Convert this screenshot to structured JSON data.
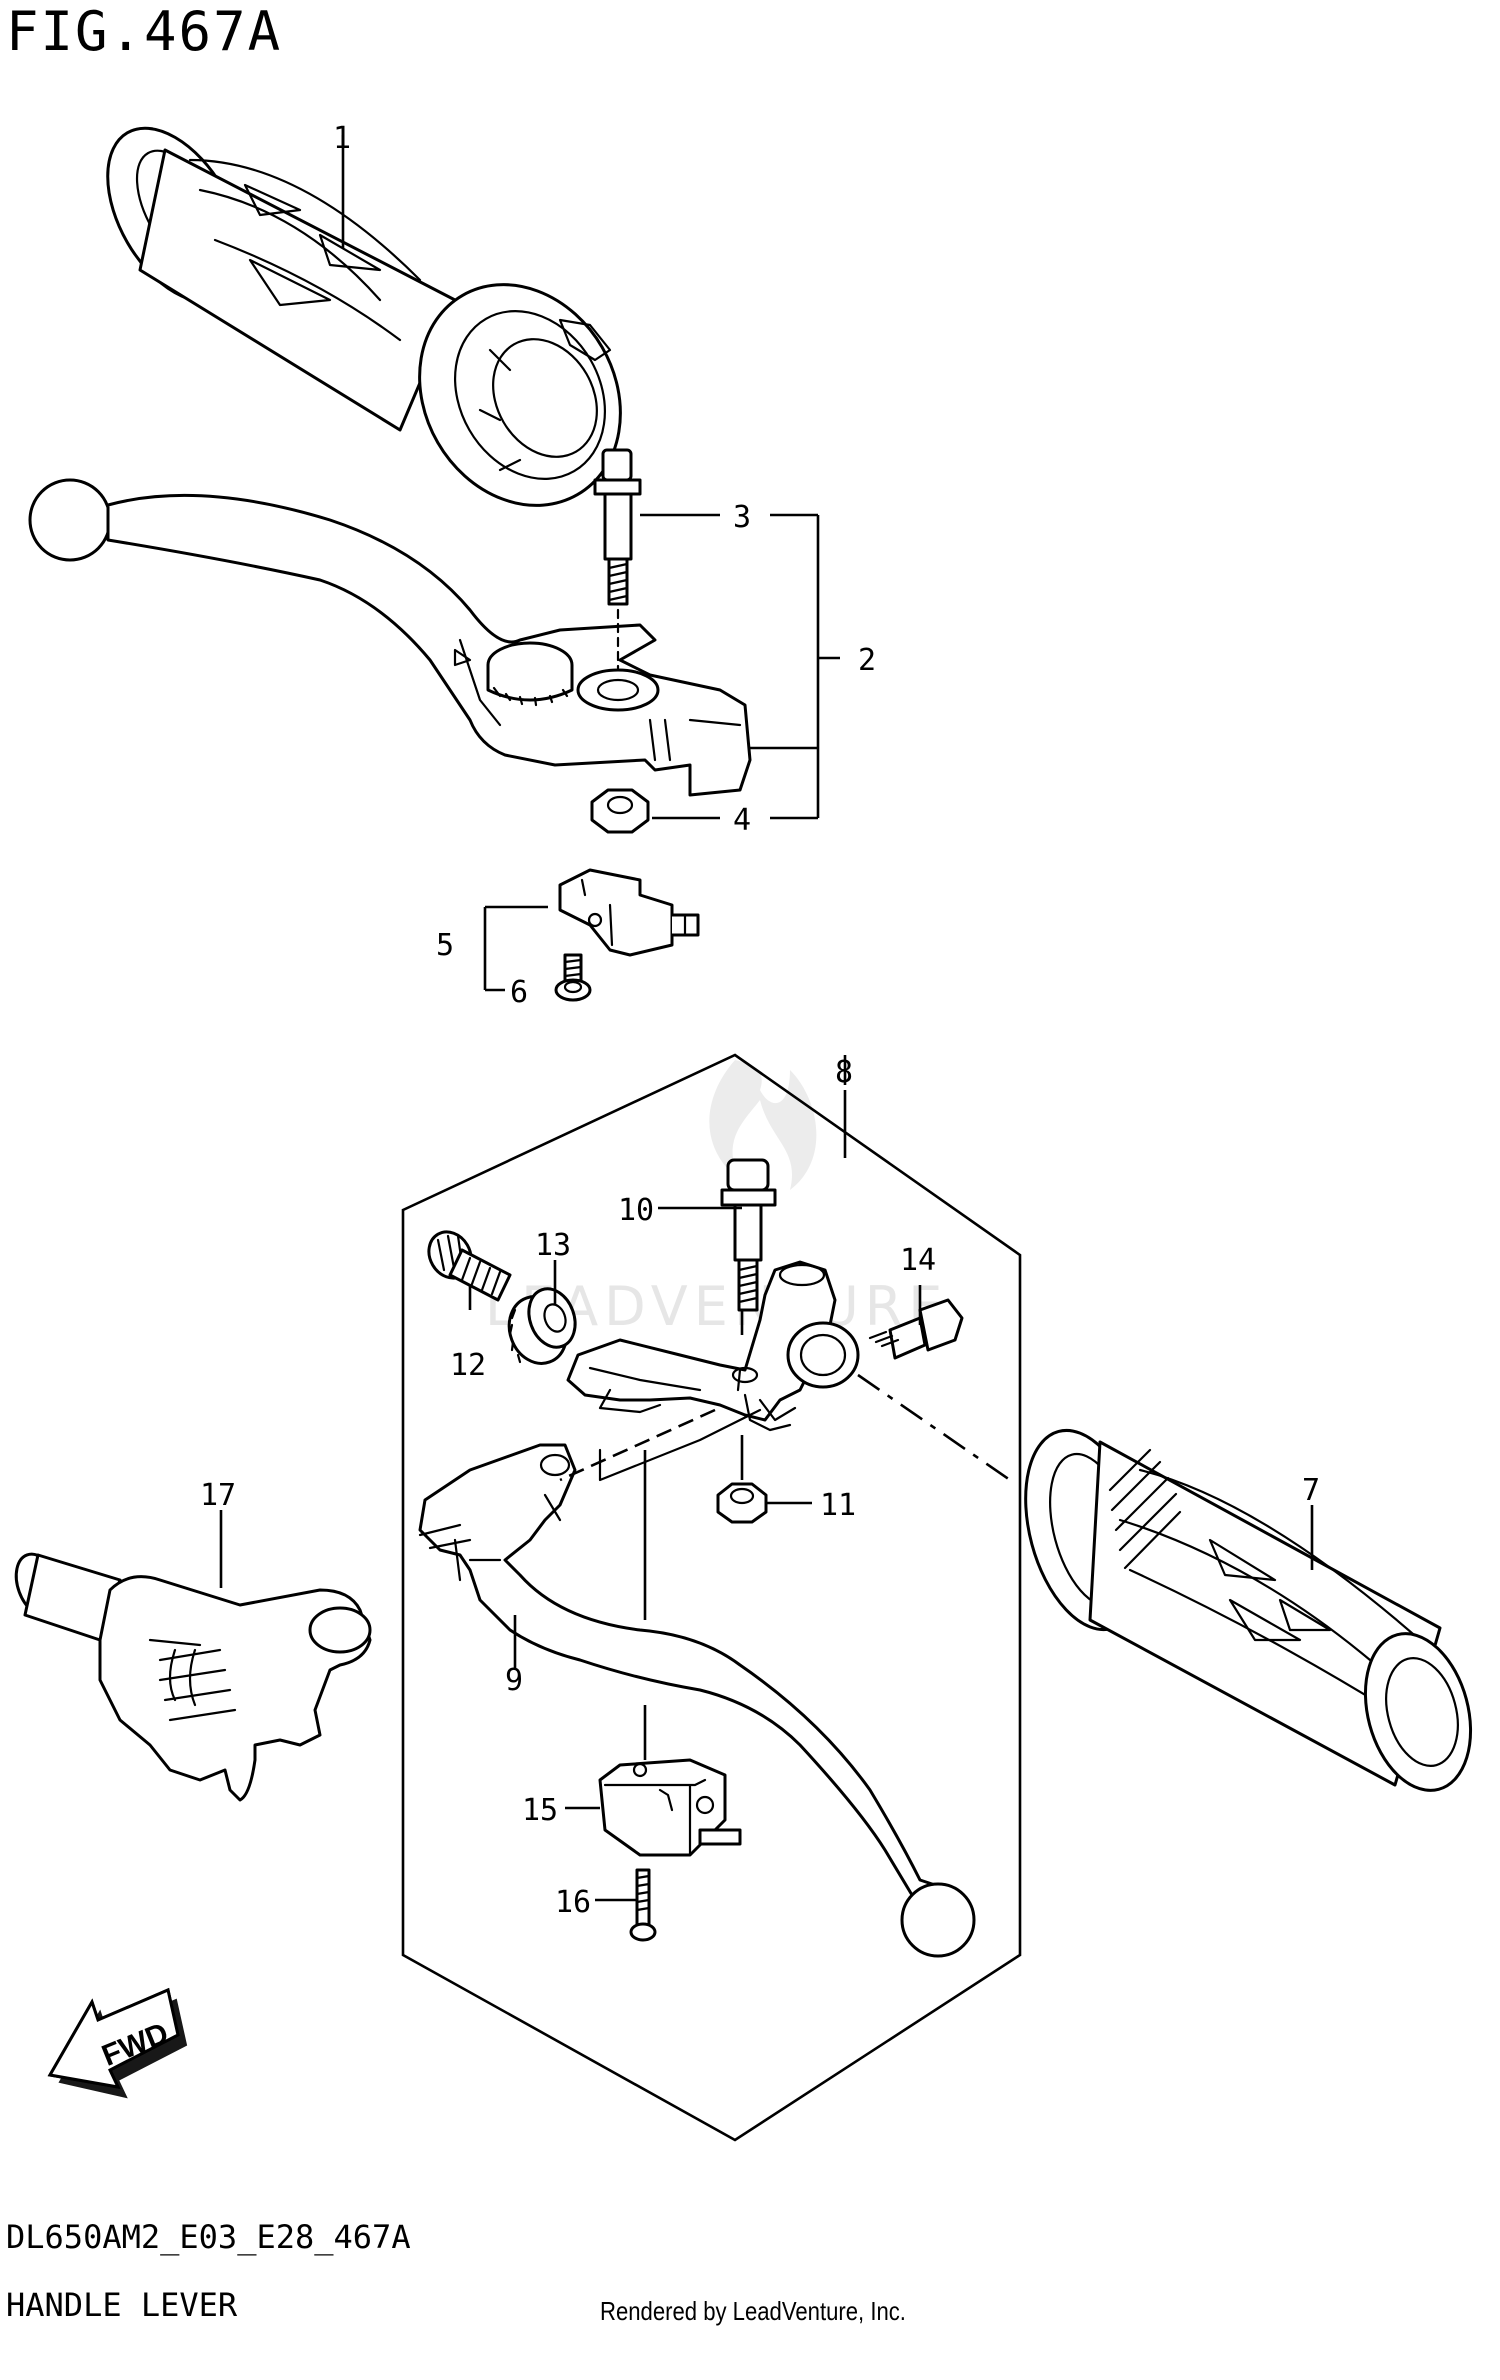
{
  "figure": {
    "title": "FIG.467A",
    "code": "DL650AM2_E03_E28_467A",
    "name": "HANDLE LEVER",
    "rendered_by": "Rendered by LeadVenture, Inc.",
    "watermark": "LEADVENTURE",
    "fwd_label": "FWD"
  },
  "callouts": {
    "c1": "1",
    "c2": "2",
    "c3": "3",
    "c4": "4",
    "c5": "5",
    "c6": "6",
    "c7": "7",
    "c8": "8",
    "c9": "9",
    "c10": "10",
    "c11": "11",
    "c12": "12",
    "c13": "13",
    "c14": "14",
    "c15": "15",
    "c16": "16",
    "c17": "17"
  }
}
